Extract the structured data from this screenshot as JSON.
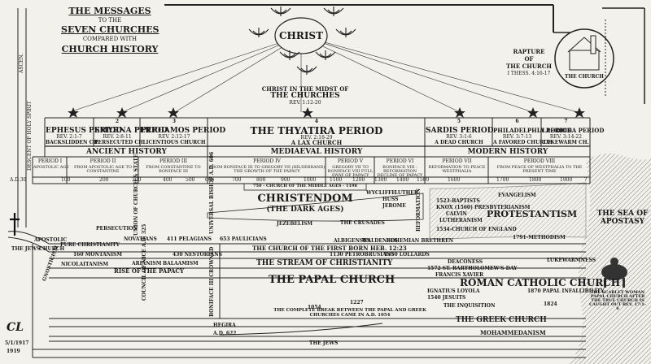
{
  "title": {
    "line1": "THE MESSAGES",
    "line2": "TO THE",
    "line3": "SEVEN CHURCHES",
    "line4": "COMPARED WITH",
    "line5": "CHURCH HISTORY"
  },
  "christ": "CHRIST",
  "christ_midst": {
    "line1": "CHRIST IN THE MIDST OF",
    "line2": "THE CHURCHES",
    "ref": "REV. 1:12-20"
  },
  "rapture": {
    "line1": "RAPTURE",
    "line2": "OF",
    "line3": "THE CHURCH",
    "ref": "I THESS. 4:16-17",
    "label": "THE CHURCH"
  },
  "side_labels": {
    "ascen": "ASCEN.",
    "descent": "DESCENT OF HOLY SPIRIT"
  },
  "churches": [
    {
      "num": "",
      "name": "EPHESUS PERIOD",
      "ref": "REV. 2:1-7",
      "desc": "BACKSLIDDEN CH."
    },
    {
      "num": "2",
      "name": "SMYRNA PERIOD",
      "ref": "REV. 2:8-11",
      "desc": "PERSECUTED CH."
    },
    {
      "num": "3",
      "name": "PERGAMOS PERIOD",
      "ref": "REV. 2:12-17",
      "desc": "LICENTIOUS CHURCH"
    },
    {
      "num": "4",
      "name": "THE THYATIRA PERIOD",
      "ref": "REV. 2:18-29",
      "desc": "A LAX CHURCH"
    },
    {
      "num": "5",
      "name": "SARDIS PERIOD",
      "ref": "REV. 3:1-6",
      "desc": "A DEAD CHURCH"
    },
    {
      "num": "6",
      "name": "PHILADELPHIA PERIOD",
      "ref": "REV. 3:7-13",
      "desc": "A FAVORED CHURCH"
    },
    {
      "num": "7",
      "name": "LAODICEA PERIOD",
      "ref": "REV. 3:14-22",
      "desc": "LUKEWARM CH."
    }
  ],
  "eras": {
    "ancient": "ANCIENT HISTORY",
    "medieval": "MEDIAEVAL HISTORY",
    "modern": "MODERN HISTORY"
  },
  "periods": [
    {
      "label": "PERIOD I",
      "desc": "APOSTOLIC AGE"
    },
    {
      "label": "PERIOD II",
      "desc": "FROM APOSTOLIC AGE TO CONSTANTINE"
    },
    {
      "label": "PERIOD III",
      "desc": "FROM CONSTANTINE TO BONIFACE III"
    },
    {
      "label": "PERIOD IV",
      "desc": "FROM BONIFACE III TO GREGORY VII (HILDEBRAND) THE GROWTH OF THE PAPACY"
    },
    {
      "label": "PERIOD V",
      "desc": "GREGORY VII TO BONIFACE VIII FULL SWAY OF PAPACY"
    },
    {
      "label": "PERIOD VI",
      "desc": "BONIFACE VIII - REFORMATION DECLINE OF PAPACY"
    },
    {
      "label": "PERIOD VII",
      "desc": "REFORMATION TO PEACE WESTPHALIA"
    },
    {
      "label": "PERIOD VIII",
      "desc": "FROM PEACE OF WESTPHALIA TO THE PRESENT TIME"
    }
  ],
  "years": [
    "A.D.30",
    "100",
    "200",
    "300",
    "400",
    "500",
    "606",
    "700",
    "800",
    "900",
    "1000",
    "1100",
    "1200",
    "1300",
    "1400",
    "1500",
    "1600",
    "1700",
    "1800",
    "1900",
    "?"
  ],
  "middle_ages": "750 - CHURCH OF THE MIDDLE AGES - 1198",
  "christendom": {
    "line1": "CHRISTENDOM",
    "line2": "(THE DARK AGES)"
  },
  "events": {
    "wycliffe": "WYCLIFFE",
    "luther": "LUTHER",
    "huss": "HUSS",
    "jerome": "JEROME",
    "reformation": "REFORMATION",
    "evangelism": "EVANGELISM",
    "baptists": "1523-BAPTISTS",
    "knox": "KNOX (1560) PRESBYTERIANISM",
    "calvin": "CALVIN",
    "lutheranism": "LUTHERANISM",
    "church_england": "1534-CHURCH OF ENGLAND",
    "methodism": "1791-METHODISM",
    "protestantism": "PROTESTANTISM",
    "jezebelism": "JEZEBELISM",
    "crusades": "THE CRUSADES",
    "persecution": "PERSECUTION",
    "pure_christianity": "PURE CHRISTIANITY",
    "novatians": "NOVATIANS",
    "pelagians": "411 PELAGIANS",
    "paulicians": "653 PAULICIANS",
    "first_born": "THE CHURCH OF THE FIRST BORN HEB. 12:23",
    "albigenses": "ALBIGENSES",
    "waldenses": "WALDENSES",
    "bohemian": "BOHEMIAN BRETHREN",
    "petrobrusians": "1130 PETROBRUSIANS",
    "lollards": "1350 LOLLARDS",
    "apostolic": "APOSTOLIC",
    "jews_top": "THE JEWS",
    "church_left": "CHURCH",
    "montanism": "160 MONTANISM",
    "nestorians": "430 NESTORIANS",
    "stream": "THE STREAM OF CHRISTIANITY",
    "papal_church": "THE PAPAL CHURCH",
    "gnosticism": "GNOSTICISM",
    "nicolaitanism": "NICOLAITANISM",
    "rise_papacy": "RISE OF THE PAPACY",
    "arianism": "ARIANISM",
    "balaamism": "BALAAMISM",
    "council_nice": "COUNCIL OF NICE A.D. 325",
    "boniface_crowned": "BONIFACE III CROWNED",
    "union_church_state": "UNION OF CHURCH & STATE",
    "universal_bishop": "UNIVERSAL BISHOP A.D. 606",
    "deaconess": "DEACONESS",
    "bartholomew": "1572 ST. BARTHOLOMEW'S DAY",
    "xavier": "FRANCIS XAVIER",
    "rcc": "ROMAN CATHOLIC CHURCH",
    "loyola": "IGNATIUS LOYOLA",
    "jesuits": "1540 JESUITS",
    "infallibility": "1870 PAPAL INFALLIBILITY",
    "inquisition": "THE INQUISITION",
    "year1054": "1054",
    "year1227": "1227",
    "year1824": "1824",
    "break": "THE COMPLETE BREAK BETWEEN THE PAPAL AND GREEK CHURCHES CAME IN A.D. 1054",
    "greek": "THE GREEK CHURCH",
    "hegira": "HEGIRA",
    "ad622": "A.D. 622",
    "mohammedanism": "MOHAMMEDANISM",
    "jews_bottom": "THE JEWS",
    "lukewarmness": "LUKEWARMNESS",
    "sea": "THE SEA OF APOSTASY",
    "harlot": "THE SCARLET WOMAN PAPAL CHURCH AFTER THE TRUE CHURCH IS CAUGHT OUT REV. 17:1-6"
  },
  "monogram": "CL",
  "date": {
    "line1": "5/1/1917",
    "line2": "1919"
  }
}
